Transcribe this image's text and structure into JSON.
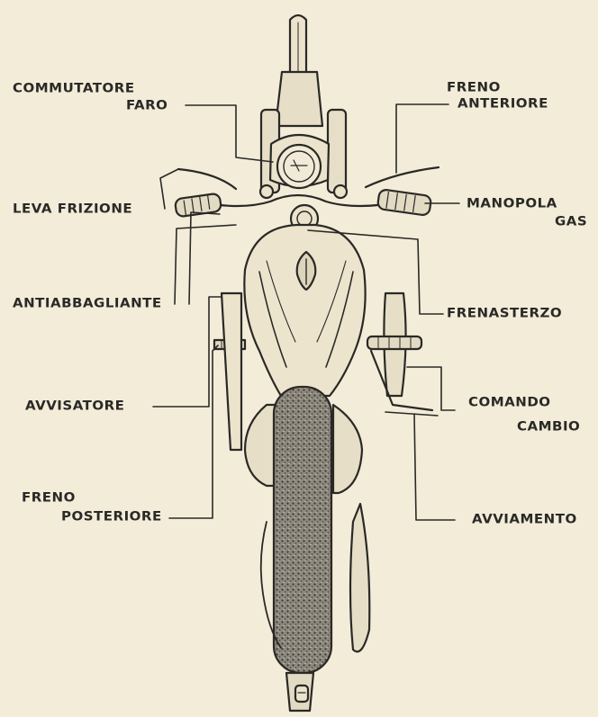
{
  "labels": {
    "commutatore": "COMMUTATORE",
    "faro": "FARO",
    "freno": "FRENO",
    "anteriore": "ANTERIORE",
    "leva_frizione": "LEVA FRIZIONE",
    "manopola": "MANOPOLA",
    "gas": "GAS",
    "antiabbagliante": "ANTIABBAGLIANTE",
    "frenasterzo": "FRENASTERZO",
    "comando": "COMANDO",
    "cambio": "CAMBIO",
    "avvisatore": "AVVISATORE",
    "freno_post": "FRENO",
    "posteriore": "POSTERIORE",
    "avviamento": "AVVIAMENTO"
  },
  "colors": {
    "paper": "#f3ecd9",
    "ink": "#2a2926"
  }
}
